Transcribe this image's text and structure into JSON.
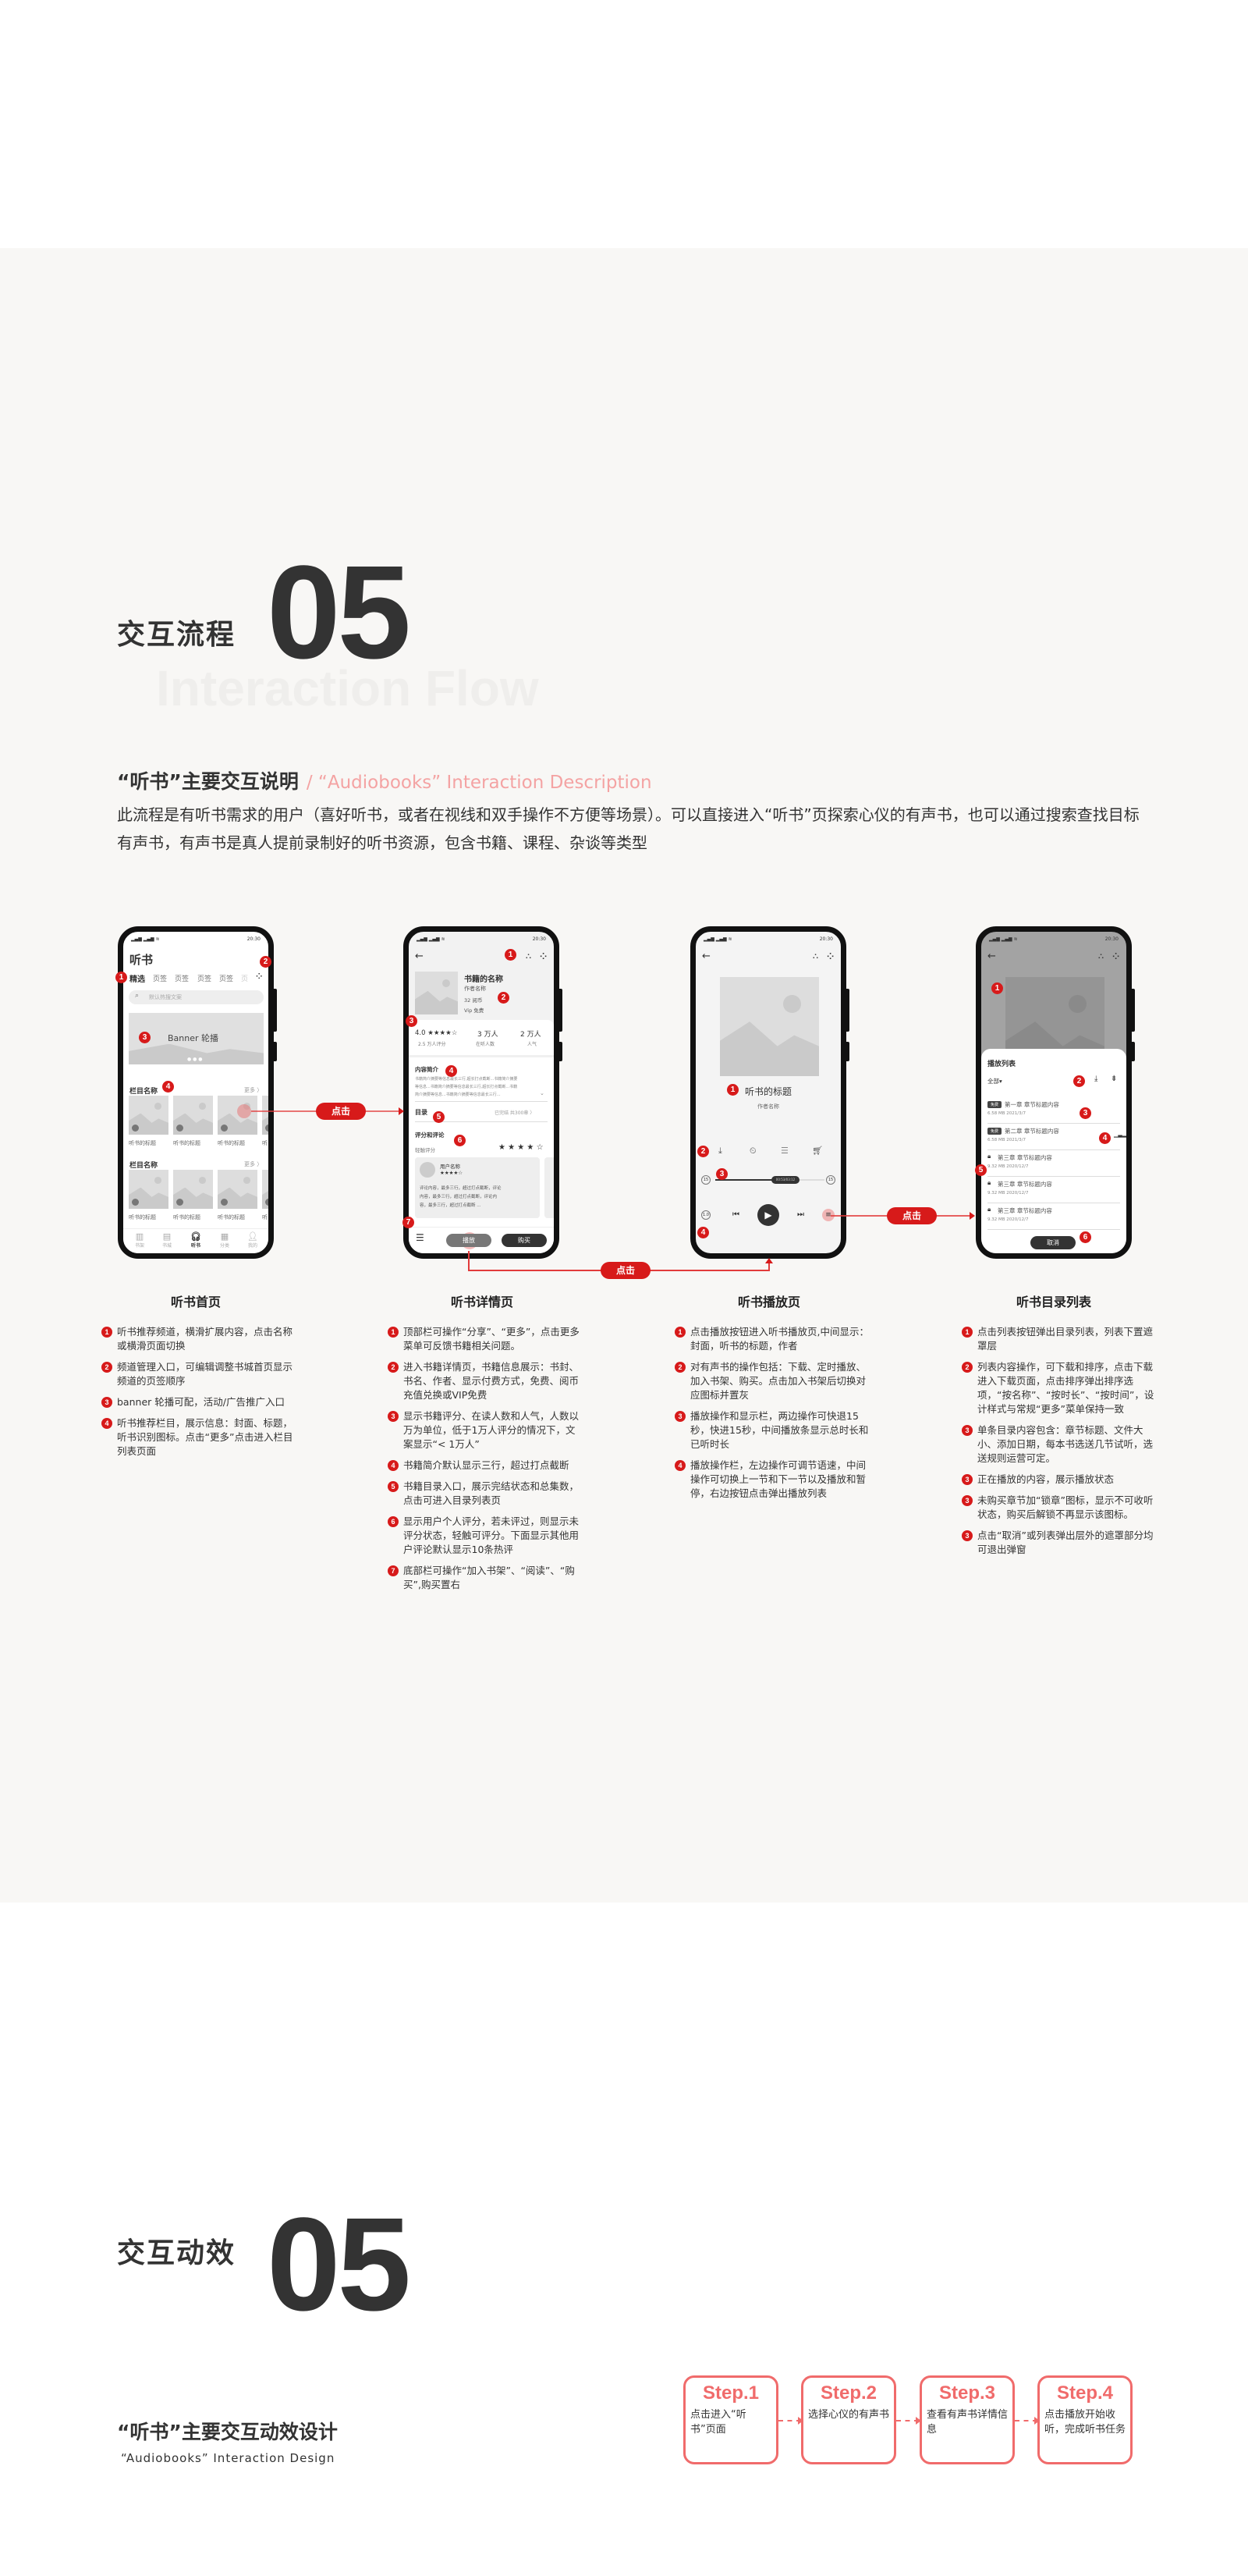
{
  "flow_section": {
    "title_cn": "交互流程",
    "number": "05",
    "title_en": "Interaction Flow",
    "subtitle_cn": "“听书”主要交互说明",
    "subtitle_en": "/ “Audiobooks” Interaction Description",
    "description": "此流程是有听书需求的用户（喜好听书，或者在视线和双手操作不方便等场景）。可以直接进入“听书”页探索心仪的有声书，也可以通过搜索查找目标有声书，有声书是真人提前录制好的听书资源，包含书籍、课程、杂谈等类型"
  },
  "status_bar": {
    "signal": "▂▄▆ ▂▄▆ ≋",
    "time": "20:30"
  },
  "click_label": "点击",
  "phone_home": {
    "title": "听书",
    "tabs": [
      "精选",
      "页签",
      "页签",
      "页签",
      "页签",
      "页"
    ],
    "search_placeholder": "默认热搜文案",
    "banner": "Banner 轮播",
    "sections": [
      {
        "name": "栏目名称",
        "more": "更多 〉",
        "items": [
          "听书的标题",
          "听书的标题",
          "听书的标题",
          "听"
        ]
      },
      {
        "name": "栏目名称",
        "more": "更多 〉",
        "items": [
          "听书的标题",
          "听书的标题",
          "听书的标题",
          "听"
        ]
      }
    ],
    "tabbar": [
      "书架",
      "书城",
      "听书",
      "分类",
      "我的"
    ]
  },
  "phone_detail": {
    "book_name": "书籍的名称",
    "author": "作者名称",
    "price": "32 阅币",
    "vip": "Vip 免费",
    "rating": "4.0 ★★★★☆",
    "rating_sub": "2.5 万人评分",
    "listeners": "3 万人",
    "listeners_sub": "在听人数",
    "popularity": "2 万人",
    "popularity_sub": "人气",
    "intro_title": "内容简介",
    "intro_lines": [
      "书籍简介摘要等信息最长三行,超长打点截断...书籍简介摘要",
      "等信息...书籍简介摘要等信息最长三行,超长打点截断...书籍",
      "简介摘要等信息...书籍简介摘要等信息最长三行..."
    ],
    "toc_label": "目录",
    "toc_status": "已完结 共300章 〉",
    "review_title": "评分和评论",
    "tap_rate": "轻触评分",
    "tap_stars": "★ ★ ★ ★ ☆",
    "user_name": "用户名称",
    "user_stars": "★★★★☆",
    "comment_lines": [
      "评论内容，最多三行，超过打点截断，评论",
      "内容，最多三行，超过打点截断，评论内",
      "容，最多三行，超过打点截断 ..."
    ],
    "play_btn": "播放",
    "buy_btn": "购买"
  },
  "phone_player": {
    "title": "听书的标题",
    "author": "作者名称",
    "time": "00:53/03:12",
    "skip_back": "15",
    "skip_fwd": "15",
    "speed": "1.0"
  },
  "phone_list": {
    "sheet_title": "播放列表",
    "filter": "全部▾",
    "free_tag": "免费",
    "rows": [
      {
        "title": "第一章  章节标题内容",
        "meta": "6.58 MB  2021/3/7",
        "free": true
      },
      {
        "title": "第二章  章节标题内容",
        "meta": "6.58 MB  2021/3/7",
        "free": true
      },
      {
        "title": "第三章  章节标题内容",
        "meta": "9.32 MB  2020/12/7",
        "free": false
      },
      {
        "title": "第三章  章节标题内容",
        "meta": "9.32 MB  2020/12/7",
        "free": false
      },
      {
        "title": "第三章  章节标题内容",
        "meta": "9.32 MB  2020/12/7",
        "free": false
      }
    ],
    "cancel": "取消"
  },
  "columns": [
    {
      "caption": "听书首页",
      "items": [
        "听书推荐频道，横滑扩展内容，点击名称或横滑页面切换",
        "频道管理入口，可编辑调整书城首页显示频道的页签顺序",
        "banner 轮播可配，活动/广告推广入口",
        "听书推荐栏目，展示信息：封面、标题，听书识别图标。点击“更多”点击进入栏目列表页面"
      ],
      "nums": [
        "1",
        "2",
        "3",
        "4"
      ]
    },
    {
      "caption": "听书详情页",
      "items": [
        "顶部栏可操作“分享”、“更多”，点击更多菜单可反馈书籍相关问题。",
        "进入书籍详情页，书籍信息展示：书封、书名、作者、显示付费方式，免费、阅币充值兑换或VIP免费",
        "显示书籍评分、在读人数和人气，人数以万为单位，低于1万人评分的情况下，文案显示“< 1万人”",
        "书籍简介默认显示三行，超过打点截断",
        "书籍目录入口，展示完结状态和总集数，点击可进入目录列表页",
        "显示用户个人评分，若未评过，则显示未评分状态，轻触可评分。下面显示其他用户评论默认显示10条热评",
        "底部栏可操作“加入书架”、“阅读”、“购买”,购买置右"
      ],
      "nums": [
        "1",
        "2",
        "3",
        "4",
        "5",
        "6",
        "7"
      ]
    },
    {
      "caption": "听书播放页",
      "items": [
        "点击播放按钮进入听书播放页,中间显示：封面，听书的标题，作者",
        "对有声书的操作包括：下载、定时播放、加入书架、购买。点击加入书架后切换对应图标并置灰",
        "播放操作和显示栏，两边操作可快退15秒，快进15秒，中间播放条显示总时长和已听时长",
        "播放操作栏，左边操作可调节语速，中间操作可切换上一节和下一节以及播放和暂停，右边按钮点击弹出播放列表"
      ],
      "nums": [
        "1",
        "2",
        "3",
        "4"
      ]
    },
    {
      "caption": "听书目录列表",
      "items": [
        "点击列表按钮弹出目录列表，列表下置遮罩层",
        "列表内容操作，可下载和排序，点击下载进入下载页面，点击排序弹出排序选项，“按名称”、“按时长”、“按时间”，设计样式与常规“更多”菜单保持一致",
        "单条目录内容包含：章节标题、文件大小、添加日期，每本书选送几节试听，选送规则运营可定。",
        "正在播放的内容，展示播放状态",
        "未购买章节加“锁章”图标，显示不可收听状态，购买后解锁不再显示该图标。",
        "点击“取消”或列表弹出层外的遮罩部分均可退出弹窗"
      ],
      "nums": [
        "1",
        "2",
        "3",
        "3",
        "3",
        "3"
      ]
    }
  ],
  "motion_section": {
    "title_cn": "交互动效",
    "number": "05",
    "subtitle_cn": "“听书”主要交互动效设计",
    "subtitle_en": "“Audiobooks” Interaction Design",
    "steps": [
      {
        "label": "Step.1",
        "text": "点击进入“听书”页面"
      },
      {
        "label": "Step.2",
        "text": "选择心仪的有声书"
      },
      {
        "label": "Step.3",
        "text": "查看有声书详情信息"
      },
      {
        "label": "Step.4",
        "text": "点击播放开始收听，完成听书任务"
      }
    ]
  },
  "colors": {
    "accent": "#d71a1a",
    "step": "#f06b6b",
    "band": "#f8f7f5"
  }
}
